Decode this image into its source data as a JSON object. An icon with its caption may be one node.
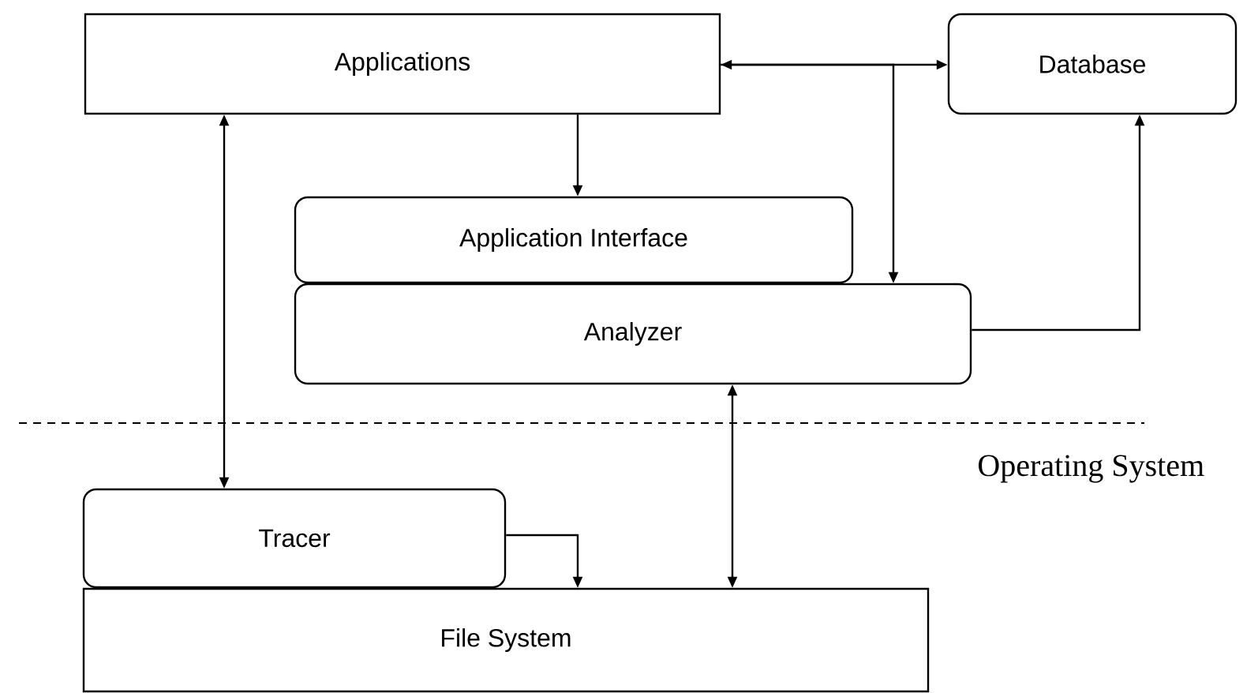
{
  "diagram": {
    "nodes": [
      {
        "text": [
          "Applications"
        ]
      },
      {
        "text": [
          "Database"
        ]
      },
      {
        "text": [
          "Application Interface"
        ]
      },
      {
        "text": [
          "Analyzer"
        ]
      },
      {
        "text": [
          "Tracer"
        ]
      },
      {
        "text": [
          "File System"
        ]
      }
    ],
    "edges": [
      {
        "from": 0,
        "to": 1,
        "arrow": "both"
      },
      {
        "from": 0,
        "to": 3,
        "arrow": "to"
      },
      {
        "from": 0,
        "to": 2,
        "arrow": "to"
      },
      {
        "from": 3,
        "to": 1,
        "arrow": "to"
      },
      {
        "from": 0,
        "to": 4,
        "arrow": "both"
      },
      {
        "from": 3,
        "to": 5,
        "arrow": "both"
      },
      {
        "from": 4,
        "to": 5,
        "arrow": "to"
      }
    ],
    "labels": [
      "Operating System"
    ]
  }
}
